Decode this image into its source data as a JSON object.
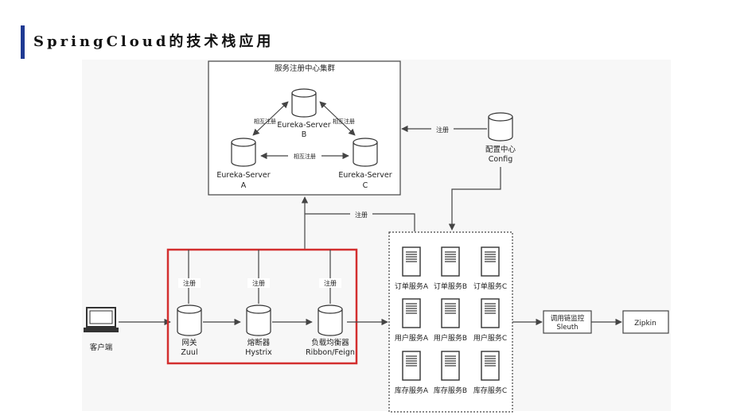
{
  "page_title": "SpringCloud的技术栈应用",
  "registry": {
    "cluster_title": "服务注册中心集群",
    "server_b": [
      "Eureka-Server",
      "B"
    ],
    "server_a": [
      "Eureka-Server",
      "A"
    ],
    "server_c": [
      "Eureka-Server",
      "C"
    ],
    "mutual_label": "相互注册"
  },
  "config_center": [
    "配置中心",
    "Config"
  ],
  "register_label": "注册",
  "client": "客户端",
  "gateway_components": [
    {
      "name": "网关",
      "tech": "Zuul"
    },
    {
      "name": "熔断器",
      "tech": "Hystrix"
    },
    {
      "name": "负载均衡器",
      "tech": "Ribbon/Feign"
    }
  ],
  "services": [
    [
      "订单服务A",
      "订单服务B",
      "订单服务C"
    ],
    [
      "用户服务A",
      "用户服务B",
      "用户服务C"
    ],
    [
      "库存服务A",
      "库存服务B",
      "库存服务C"
    ]
  ],
  "tracing": [
    "调用链监控",
    "Sleuth"
  ],
  "zipkin": "Zipkin",
  "colors": {
    "title_accent": "#1f3a93",
    "highlight": "#d32f2f",
    "line": "#444444",
    "panel": "#f7f7f7"
  }
}
